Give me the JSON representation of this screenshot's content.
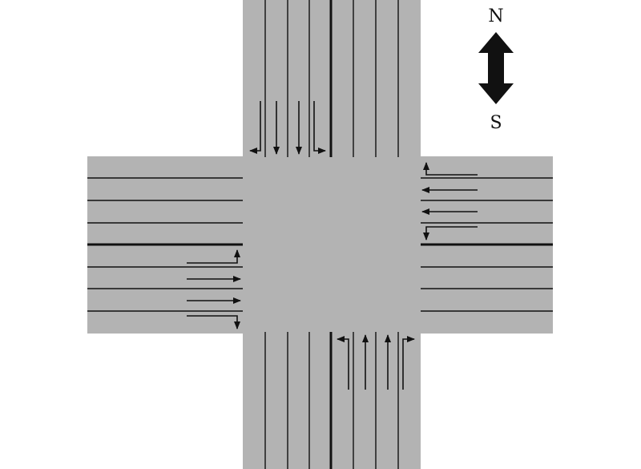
{
  "colors": {
    "road": "#b3b3b3",
    "background": "#ffffff",
    "lane_line": "#111111",
    "arrow": "#111111",
    "compass": "#111111"
  },
  "compass": {
    "north_label": "N",
    "south_label": "S"
  },
  "intersection": {
    "approaches": [
      {
        "name": "north-approach",
        "inbound_lanes": 4,
        "outbound_lanes": 4,
        "lane_arrows": [
          "right",
          "through",
          "through",
          "left"
        ]
      },
      {
        "name": "south-approach",
        "inbound_lanes": 4,
        "outbound_lanes": 4,
        "lane_arrows": [
          "left",
          "through",
          "through",
          "right"
        ]
      },
      {
        "name": "east-approach",
        "inbound_lanes": 4,
        "outbound_lanes": 4,
        "lane_arrows": [
          "right",
          "through",
          "through",
          "left"
        ]
      },
      {
        "name": "west-approach",
        "inbound_lanes": 4,
        "outbound_lanes": 4,
        "lane_arrows": [
          "left",
          "through",
          "through",
          "right"
        ]
      }
    ]
  }
}
